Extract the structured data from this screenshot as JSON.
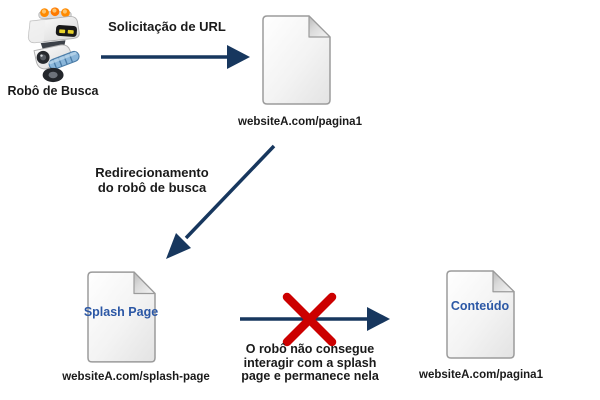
{
  "diagram": {
    "robot": {
      "label": "Robô de Busca"
    },
    "request_arrow": {
      "label": "Solicitação de URL"
    },
    "doc_pagina1_top": {
      "url": "websiteA.com/pagina1"
    },
    "redirect_arrow": {
      "label_line1": "Redirecionamento",
      "label_line2": "do robô de busca"
    },
    "doc_splash": {
      "title": "Splash Page",
      "url": "websiteA.com/splash-page"
    },
    "blocked_arrow": {
      "note_line1": "O robô não consegue",
      "note_line2": "interagir com a splash",
      "note_line3": "page e permanece nela"
    },
    "doc_content": {
      "title": "Conteúdo",
      "url": "websiteA.com/pagina1"
    }
  },
  "colors": {
    "arrow_navy": "#17375E",
    "cross_red": "#CC0000",
    "doc_title_blue": "#2B57A5",
    "label_black": "#1A1A1A",
    "robot_light_orange": "#FF8A00"
  }
}
